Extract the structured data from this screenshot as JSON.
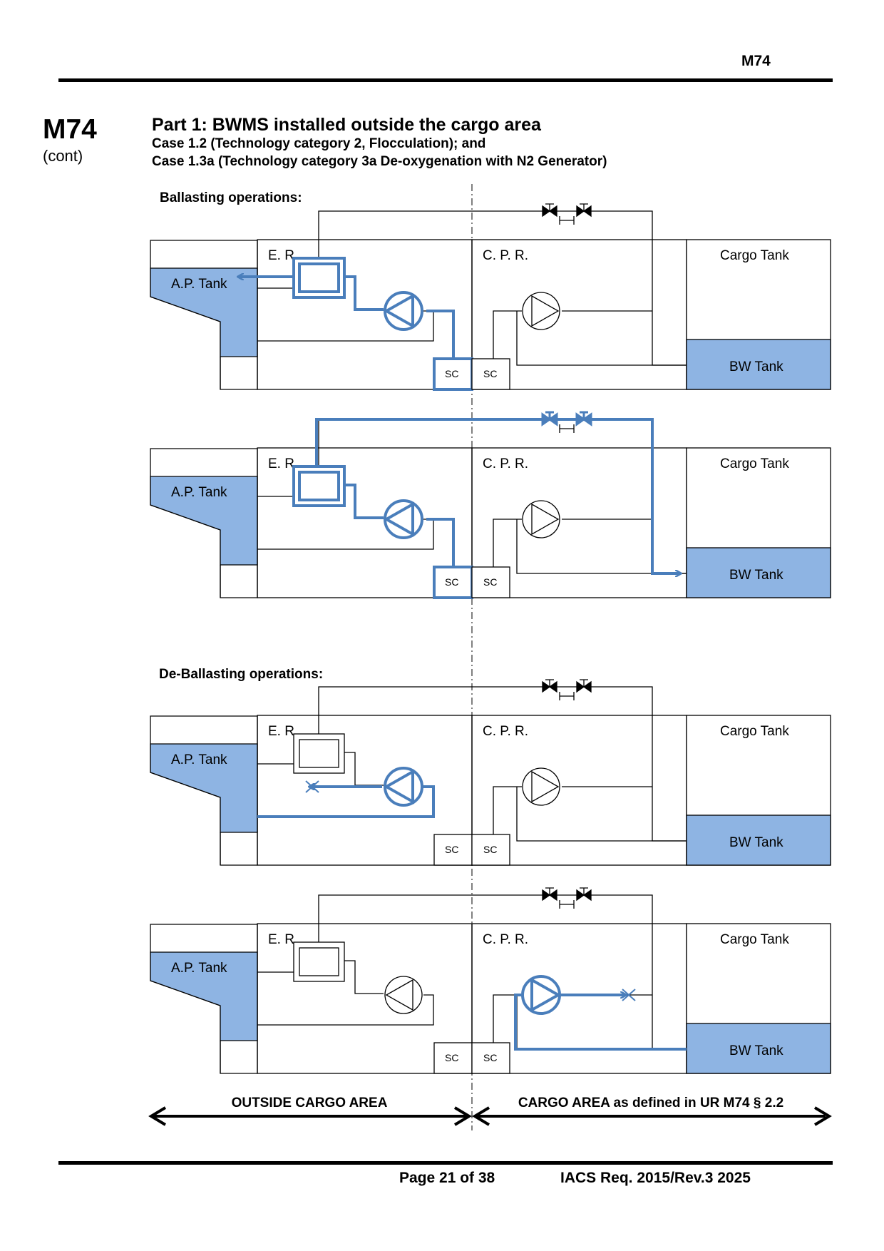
{
  "header": {
    "code": "M74"
  },
  "side": {
    "code": "M74",
    "cont": "(cont)"
  },
  "title": {
    "part": "Part 1: BWMS installed outside the cargo area",
    "case1": "Case 1.2 (Technology category 2, Flocculation); and",
    "case2": "Case 1.3a (Technology category 3a De-oxygenation with N2 Generator)"
  },
  "sections": {
    "ballasting": "Ballasting operations:",
    "deballasting": "De-Ballasting operations:"
  },
  "labels": {
    "er": "E. R.",
    "cpr": "C. P. R.",
    "cargo_tank": "Cargo Tank",
    "bw_tank": "BW Tank",
    "ap_tank": "A.P. Tank",
    "sc": "SC"
  },
  "areas": {
    "outside": "OUTSIDE CARGO AREA",
    "inside": "CARGO AREA as defined in UR M74 § 2.2"
  },
  "footer": {
    "page": "Page 21 of 38",
    "revision": "IACS Req. 2015/Rev.3 2025"
  },
  "colors": {
    "flow": "#4a7ebb",
    "tank_fill": "#8eb4e3",
    "line": "#000000"
  },
  "diagrams": [
    {
      "mode": "ballast-direct"
    },
    {
      "mode": "ballast-bypass"
    },
    {
      "mode": "deballast-ap"
    },
    {
      "mode": "deballast-bw"
    }
  ]
}
